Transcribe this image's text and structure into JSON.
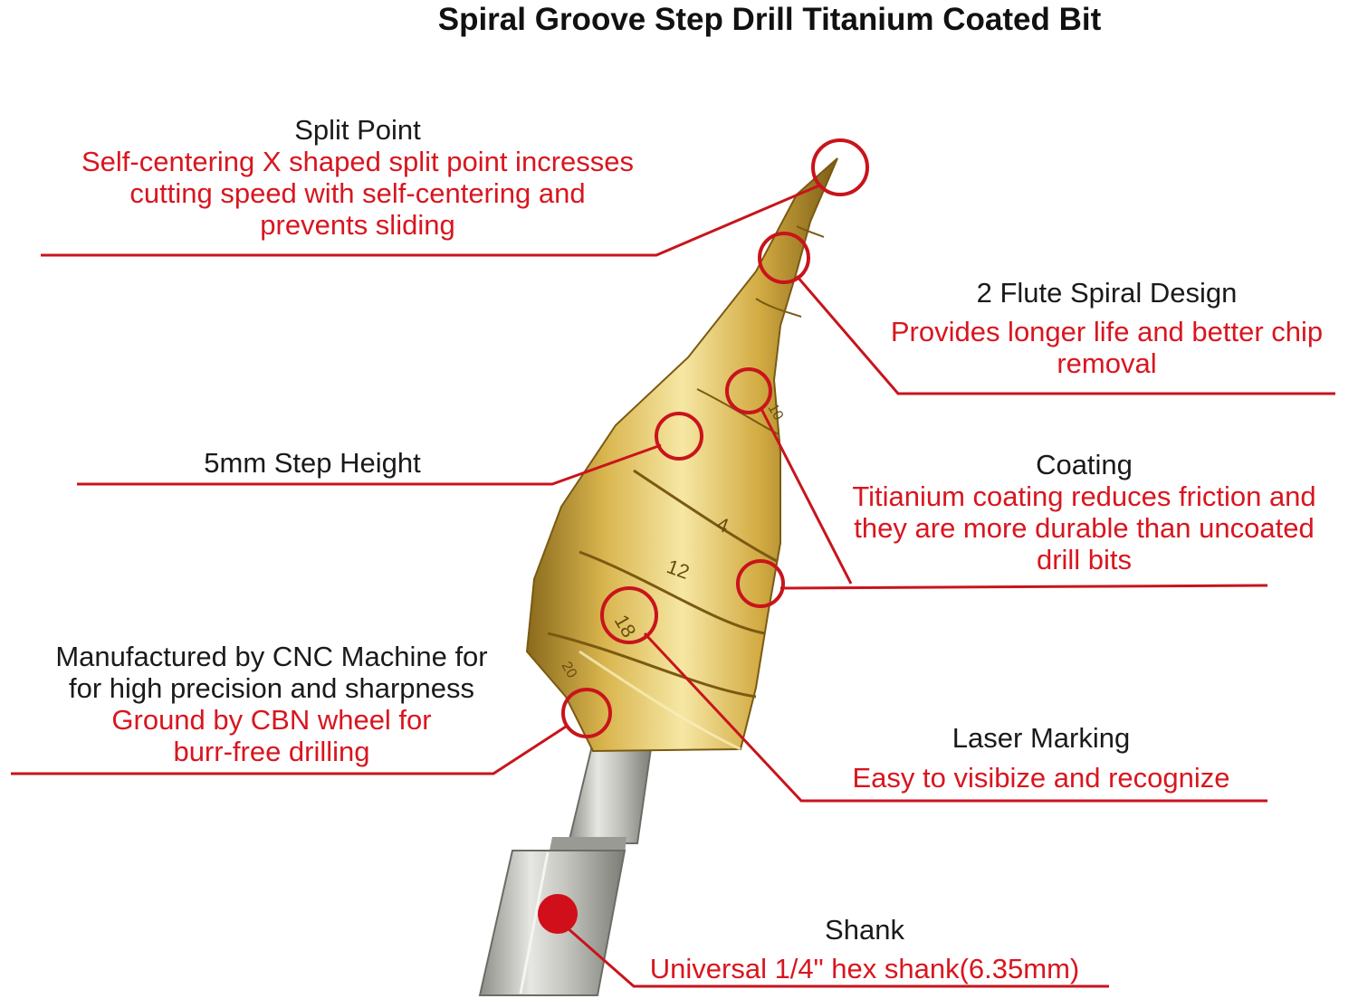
{
  "title": "Spiral Groove Step Drill Titanium Coated Bit",
  "colors": {
    "callout": "#c8141c",
    "text_red": "#d8161f",
    "gold": "#d6b14a",
    "steel": "#c9c9c4"
  },
  "callouts": {
    "split_point": {
      "heading": "Split Point",
      "description": [
        "Self-centering X shaped split point incresses",
        "cutting speed with self-centering and",
        "prevents sliding"
      ]
    },
    "flute": {
      "heading": "2 Flute Spiral Design",
      "description": [
        "Provides longer life and better chip",
        "removal"
      ]
    },
    "step_height": {
      "heading": "5mm Step Height"
    },
    "coating": {
      "heading": "Coating",
      "description": [
        "Titianium coating reduces friction and",
        "they are more durable than uncoated",
        "drill bits"
      ]
    },
    "cnc": {
      "heading": [
        "Manufactured by CNC Machine for",
        "for high precision and sharpness"
      ],
      "description": [
        "Ground by CBN wheel for",
        "burr-free drilling"
      ]
    },
    "laser": {
      "heading": "Laser Marking",
      "description": [
        "Easy to visibize and recognize"
      ]
    },
    "shank": {
      "heading": "Shank",
      "description": [
        "Universal 1/4\" hex shank(6.35mm)"
      ]
    }
  },
  "drill_markings": [
    "4",
    "12",
    "18",
    "10",
    "20"
  ]
}
